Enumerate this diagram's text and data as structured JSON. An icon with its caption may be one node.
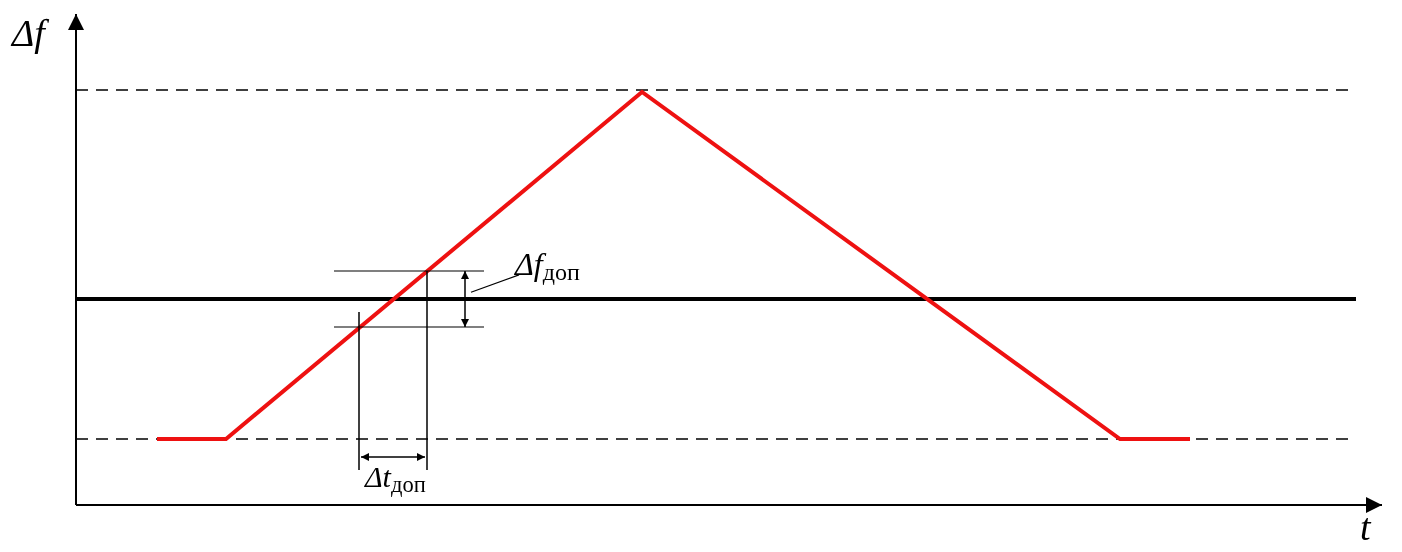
{
  "diagram": {
    "nodes": [
      {
        "text": [
          "*Δf*$_{доп}$"
        ]
      },
      {
        "text": [],
        "shape": "bar"
      }
    ],
    "edges": [
      {
        "from": 0,
        "to": 1,
        "arrow": "none"
      }
    ],
    "labels": [
      "Δf",
      "t",
      "*Δt*$_{доп}$"
    ]
  }
}
